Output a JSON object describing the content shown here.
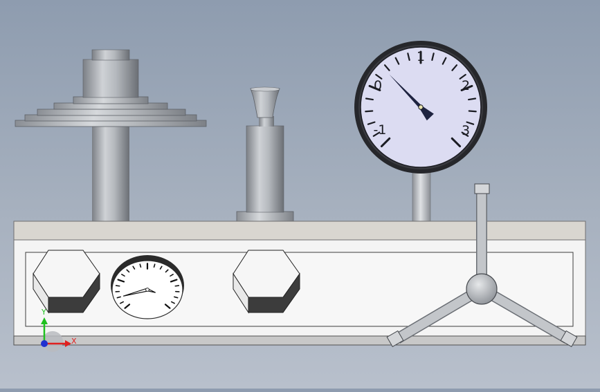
{
  "model": {
    "colors": {
      "steel_light": "#d4d7db",
      "steel_mid": "#a3a7ad",
      "steel_dark": "#6f7379",
      "base_top": "#d9d6d0",
      "panel": "#f2f2f2",
      "gauge_face": "#dcdcf2",
      "needle": "#1e2340",
      "axis_x": "#e02020",
      "axis_y": "#20c020",
      "axis_origin": "#2030d0"
    },
    "main_gauge": {
      "labels": [
        "-1",
        "0",
        "1",
        "2",
        "3"
      ],
      "reading": 0.35
    },
    "small_gauge": {
      "reading": -0.6
    },
    "triad": {
      "x_label": "X",
      "y_label": "Y"
    }
  }
}
